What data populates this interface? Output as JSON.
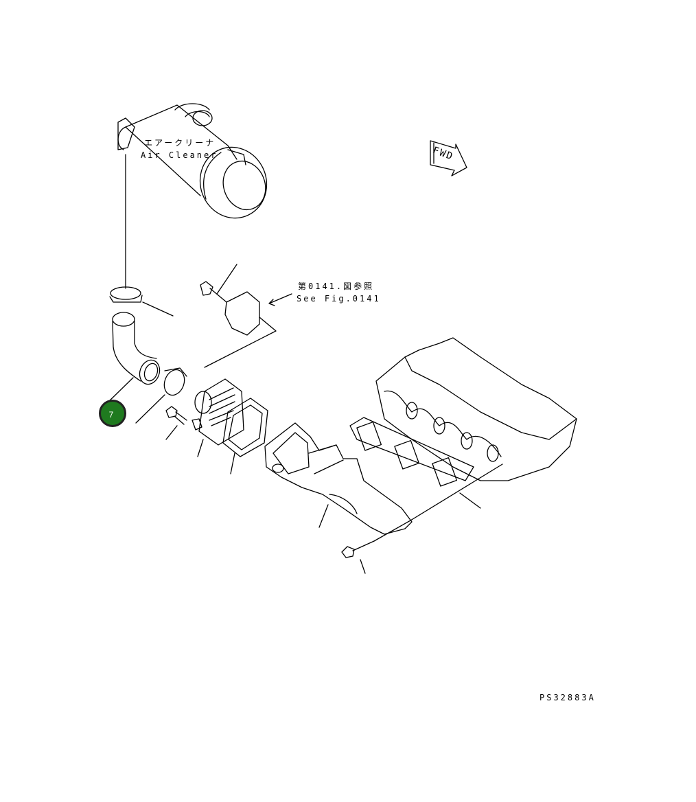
{
  "labels": {
    "air_cleaner_jp": "エアークリーナ",
    "air_cleaner_en": "Air Cleaner",
    "see_fig_jp": "第0141.図参照",
    "see_fig_en": "See Fig.0141",
    "fwd": "FWD",
    "drawing_code": "PS32883A"
  },
  "callouts": [
    {
      "number": "7",
      "color": "#1f7a1f"
    }
  ]
}
